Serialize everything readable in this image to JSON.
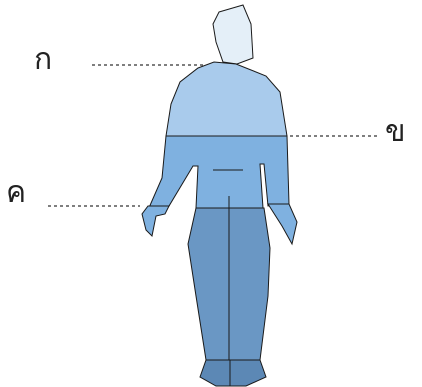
{
  "labels": {
    "a": "ก",
    "b": "ข",
    "c": "ค"
  },
  "colors": {
    "head": "#e4eff8",
    "upper_torso": "#a9cbec",
    "middle_torso": "#7fb1e0",
    "lower_body": "#6a97c4",
    "feet": "#5c88b5",
    "outline": "#1a1a1a",
    "leader_line": "#333333"
  }
}
